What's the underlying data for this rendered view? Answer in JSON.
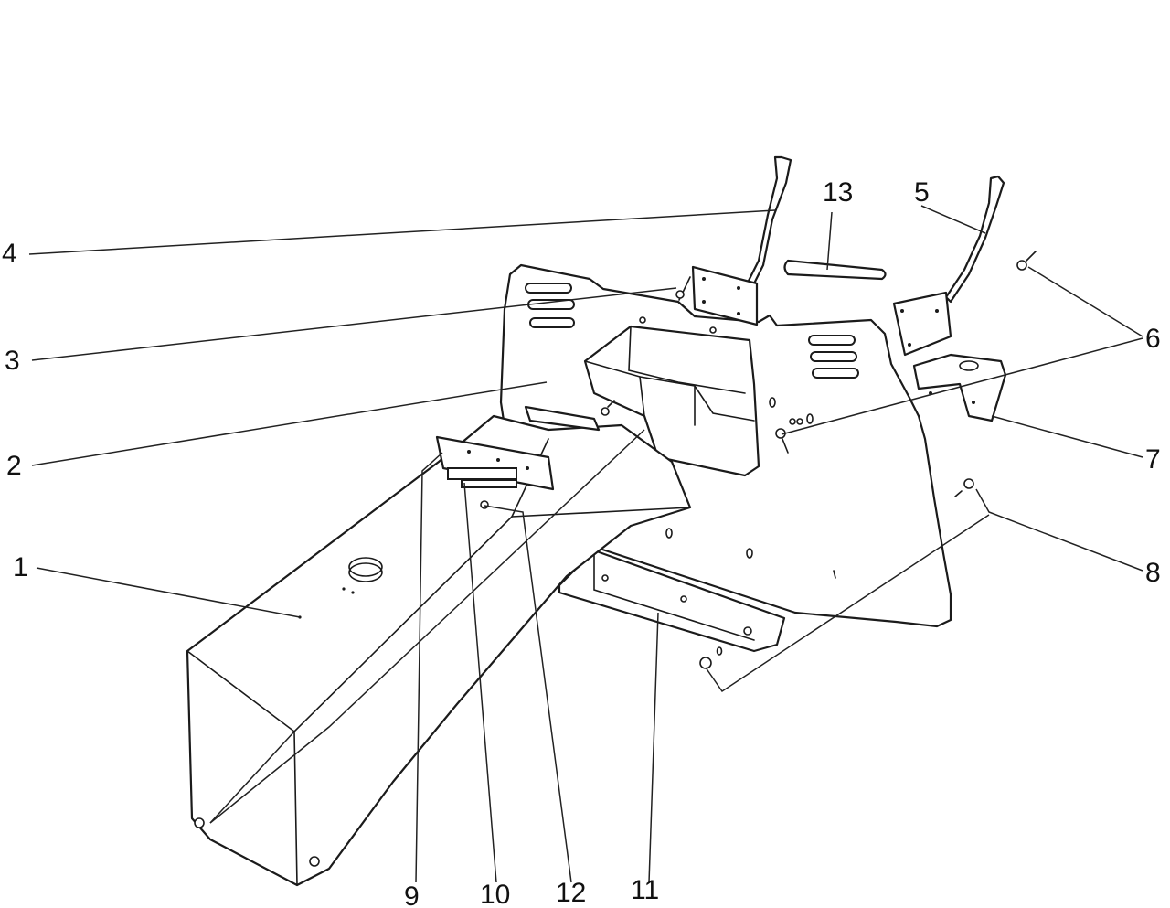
{
  "callouts": {
    "c1": "1",
    "c2": "2",
    "c3": "3",
    "c4": "4",
    "c5": "5",
    "c6": "6",
    "c7": "7",
    "c8": "8",
    "c9": "9",
    "c10": "10",
    "c11": "11",
    "c12": "12",
    "c13": "13"
  },
  "colors": {
    "ink": "#1b1b1b",
    "paper": "#ffffff"
  }
}
